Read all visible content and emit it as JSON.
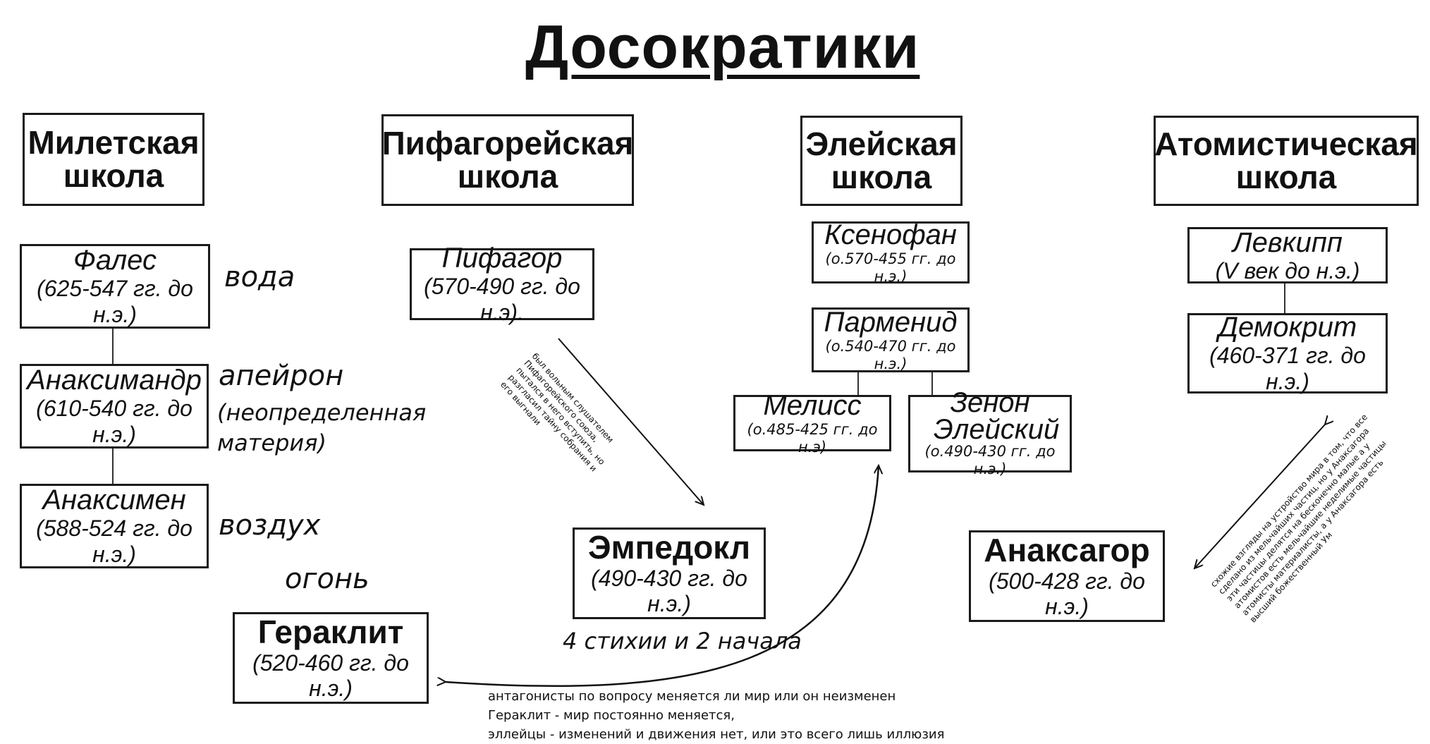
{
  "title": "Досократики",
  "schools": {
    "milesian": "Милетская школа",
    "pythagorean": "Пифагорейская школа",
    "eleatic": "Элейская школа",
    "atomist": "Атомистическая школа"
  },
  "philosophers": {
    "thales": {
      "name": "Фалес",
      "dates": "(625-547 гг. до н.э.)"
    },
    "anaximander": {
      "name": "Анаксимандр",
      "dates": "(610-540 гг. до н.э.)"
    },
    "anaximenes": {
      "name": "Анаксимен",
      "dates": "(588-524 гг. до н.э.)"
    },
    "heraclitus": {
      "name": "Гераклит",
      "dates": "(520-460 гг. до н.э.)"
    },
    "pythagoras": {
      "name": "Пифагор",
      "dates": "(570-490 гг. до н.э)."
    },
    "empedocles": {
      "name": "Эмпедокл",
      "dates": "(490-430 гг. до н.э.)"
    },
    "xenophanes": {
      "name": "Ксенофан",
      "dates": "(о.570-455 гг. до н.э.)"
    },
    "parmenides": {
      "name": "Парменид",
      "dates": "(о.540-470 гг. до н.э.)"
    },
    "melissus": {
      "name": "Мелисс",
      "dates": "(о.485-425 гг. до н.э)"
    },
    "zeno": {
      "name": "Зенон Элейский",
      "dates": "(о.490-430 гг. до н.э.)"
    },
    "leucippus": {
      "name": "Левкипп",
      "dates": "(V век до н.э.)"
    },
    "democritus": {
      "name": "Демокрит",
      "dates": "(460-371 гг. до н.э.)"
    },
    "anaxagoras": {
      "name": "Анаксагор",
      "dates": "(500-428 гг. до н.э.)"
    }
  },
  "elements": {
    "water": "вода",
    "apeiron": "апейрон",
    "apeiron_note": "(неопределенная материя)",
    "air": "воздух",
    "fire": "огонь",
    "empedocles_note": "4 стихии и 2 начала"
  },
  "notes": {
    "pythagoras_empedocles": "был вольным слушателем Пифагорейского союза, пытался в него вступить, но разгласил тайну собрания и его выгнали",
    "antagonists": [
      "антагонисты по вопросу меняется ли мир или он неизменен",
      "Гераклит - мир постоянно меняется,",
      "эллейцы - изменений и движения  нет, или это всего лишь иллюзия"
    ],
    "atomists_anaxagoras": "схожие взгляды на устройство мира в том, что все сделано из мельчайших частиц, но у Анаксагора эти частицы делятся на бесконечно  малые а у атомистов есть мельчайшие неделимые частицы атомисты материалисты, а у Анаксагора есть высший божественный Ум"
  }
}
